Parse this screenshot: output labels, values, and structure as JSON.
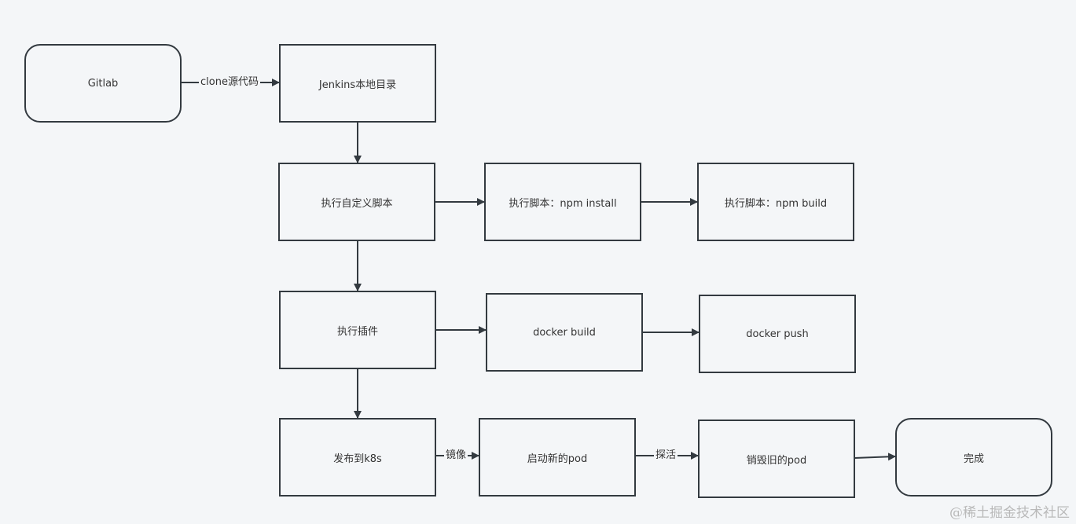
{
  "nodes": {
    "gitlab": "Gitlab",
    "jenkins_dir": "Jenkins本地目录",
    "exec_custom_script": "执行自定义脚本",
    "npm_install": "执行脚本：npm install",
    "npm_build": "执行脚本：npm build",
    "exec_plugin": "执行插件",
    "docker_build": "docker build",
    "docker_push": "docker push",
    "deploy_k8s": "发布到k8s",
    "start_pod": "启动新的pod",
    "destroy_pod": "销毁旧的pod",
    "done": "完成"
  },
  "edges": {
    "clone": "clone源代码",
    "image": "镜像",
    "probe": "探活"
  },
  "watermark": "@稀土掘金技术社区",
  "colors": {
    "stroke": "#333a40",
    "background": "#f4f6f8"
  }
}
